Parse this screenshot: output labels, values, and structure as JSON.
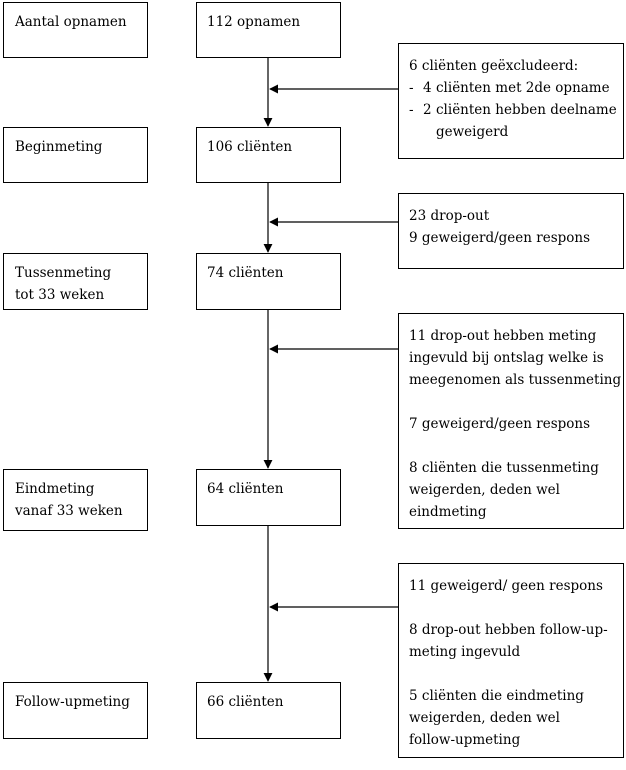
{
  "stages": [
    {
      "label_lines": [
        "Aantal opnamen"
      ],
      "count": "112 opnamen"
    },
    {
      "label_lines": [
        "Beginmeting"
      ],
      "count": "106 cliënten"
    },
    {
      "label_lines": [
        "Tussenmeting",
        "tot 33 weken"
      ],
      "count": "74 cliënten"
    },
    {
      "label_lines": [
        "Eindmeting",
        "vanaf 33 weken"
      ],
      "count": "64 cliënten"
    },
    {
      "label_lines": [
        "Follow-upmeting"
      ],
      "count": "66 cliënten"
    }
  ],
  "exclusions": {
    "first": {
      "heading": "6 cliënten geëxcludeerd:",
      "items": [
        {
          "dash": "-",
          "num": "4",
          "lines": [
            "cliënten met 2de opname"
          ]
        },
        {
          "dash": "-",
          "num": "2",
          "lines": [
            "cliënten hebben deelname",
            "geweigerd"
          ]
        }
      ]
    },
    "second": {
      "lines": [
        "23 drop-out",
        "9 geweigerd/geen respons"
      ]
    },
    "third": {
      "paragraphs": [
        [
          "11 drop-out hebben meting",
          "ingevuld bij ontslag welke is",
          "meegenomen als tussenmeting"
        ],
        [
          "7 geweigerd/geen respons"
        ],
        [
          "8 cliënten die tussenmeting",
          "weigerden, deden wel",
          "eindmeting"
        ]
      ]
    },
    "fourth": {
      "paragraphs": [
        [
          "11 geweigerd/ geen respons"
        ],
        [
          "8 drop-out hebben follow-up-",
          "meting ingevuld"
        ],
        [
          "5 cliënten die eindmeting",
          "weigerden, deden wel",
          "follow-upmeting"
        ]
      ]
    }
  }
}
